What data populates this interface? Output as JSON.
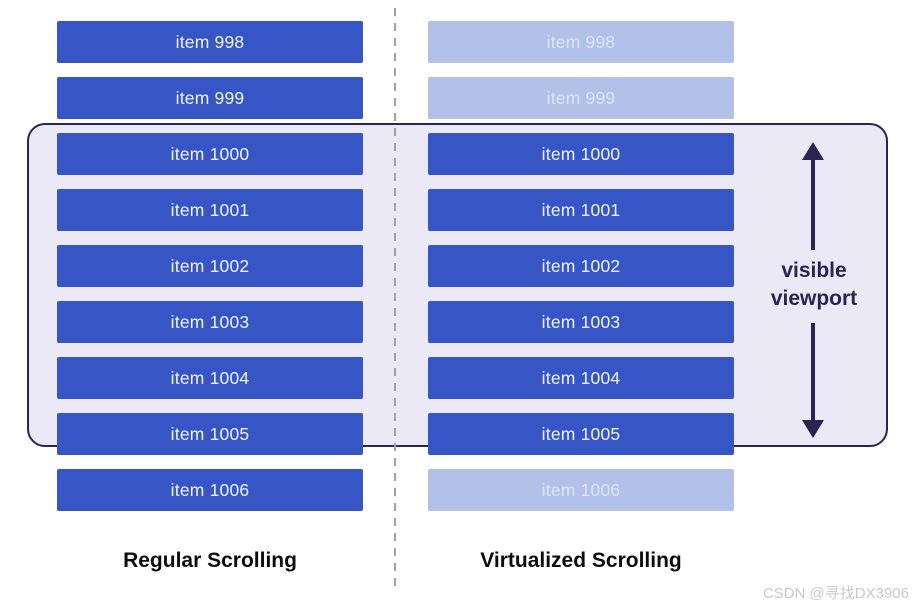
{
  "colors": {
    "background": "#ffffff",
    "bar_blue": "#3556c4",
    "bar_ghost_blue": "#b1c1e8",
    "bar_text": "#f0f3fc",
    "bar_ghost_text": "#dde4f5",
    "viewport_fill": "#ebe9f6",
    "viewport_border": "#2b2457",
    "accent_navy": "#2a2353",
    "divider_gray": "#a2a2a2",
    "title_color": "#0d0d0d",
    "watermark_color": "#c9c9c9"
  },
  "diagram": {
    "items": [
      "item 998",
      "item 999",
      "item 1000",
      "item 1001",
      "item 1002",
      "item 1003",
      "item 1004",
      "item 1005",
      "item 1006"
    ],
    "visible_range": {
      "start": 2,
      "end": 7
    },
    "columns": [
      {
        "id": "regular",
        "title": "Regular Scrolling",
        "virtualized": false
      },
      {
        "id": "virtualized",
        "title": "Virtualized Scrolling",
        "virtualized": true
      }
    ],
    "viewport_label": {
      "line1": "visible",
      "line2": "viewport"
    }
  },
  "watermark": "CSDN @寻找DX3906"
}
